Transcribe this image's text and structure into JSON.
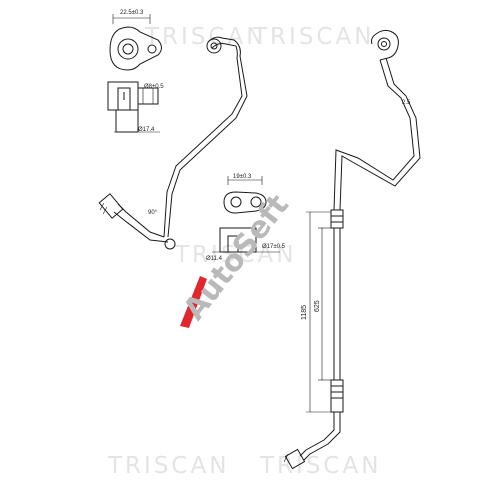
{
  "watermark": {
    "text": "TRISCAN"
  },
  "dimensions": {
    "top_fitting_spacing": "22.5±0.3",
    "top_port_diameter": "Ø8±0.5",
    "top_pipe_diameter": "Ø17.4",
    "mid_fitting_spacing": "19±0.3",
    "mid_port_diameter_left": "Ø11.4",
    "mid_port_diameter_right": "Ø17±0.5",
    "hose_length_left": "1185",
    "hose_length_right": "625"
  },
  "logo": {
    "text": "AutoSeft",
    "accent_color": "#e3262d"
  },
  "colors": {
    "line": "#1a1a1a",
    "watermark": "#e4e4e4"
  }
}
